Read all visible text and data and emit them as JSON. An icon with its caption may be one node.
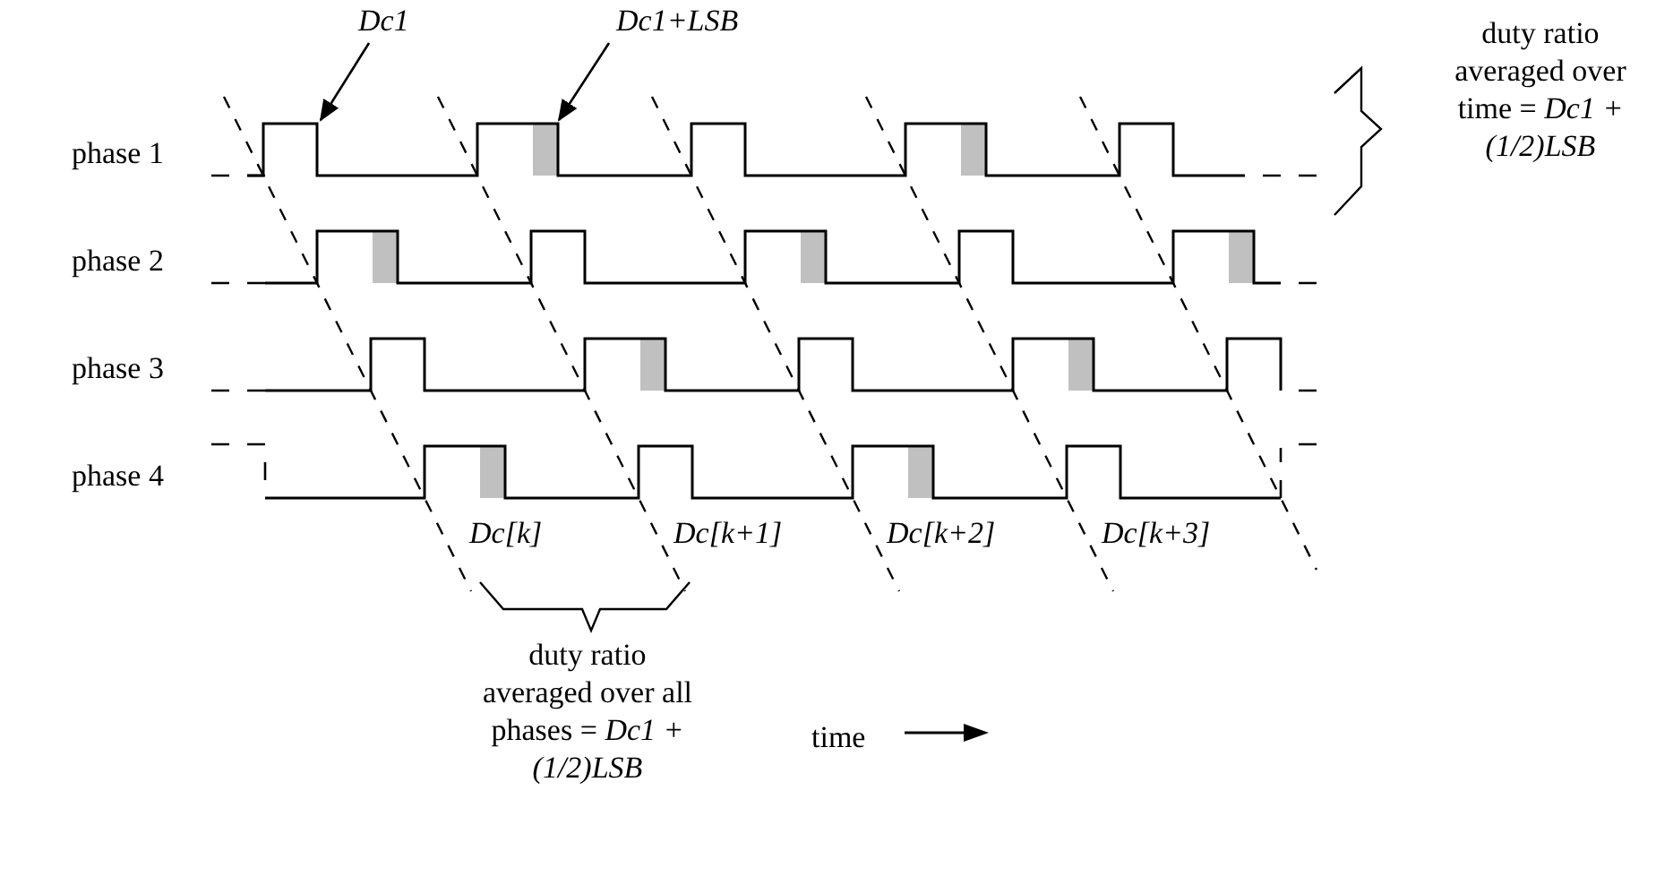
{
  "diagram": {
    "nodes": [
      {
        "text": [
          "Dc1"
        ]
      },
      {
        "text": [
          "Dc1+LSB"
        ]
      }
    ],
    "edges": [
      {
        "from": 0,
        "to": null,
        "arrow": "to"
      },
      {
        "from": 1,
        "to": null,
        "arrow": "to"
      }
    ],
    "labels": [
      "duty ratio averaged over time = *Dc1 + (1/2)LSB*",
      "phase 1",
      "phase 2",
      "phase 3",
      "phase 4",
      "Dc[k]",
      "Dc[k+1]",
      "Dc[k+2]",
      "Dc[k+3]",
      "duty ratio averaged over all phases = *Dc1 + (1/2)LSB*",
      "time"
    ]
  }
}
